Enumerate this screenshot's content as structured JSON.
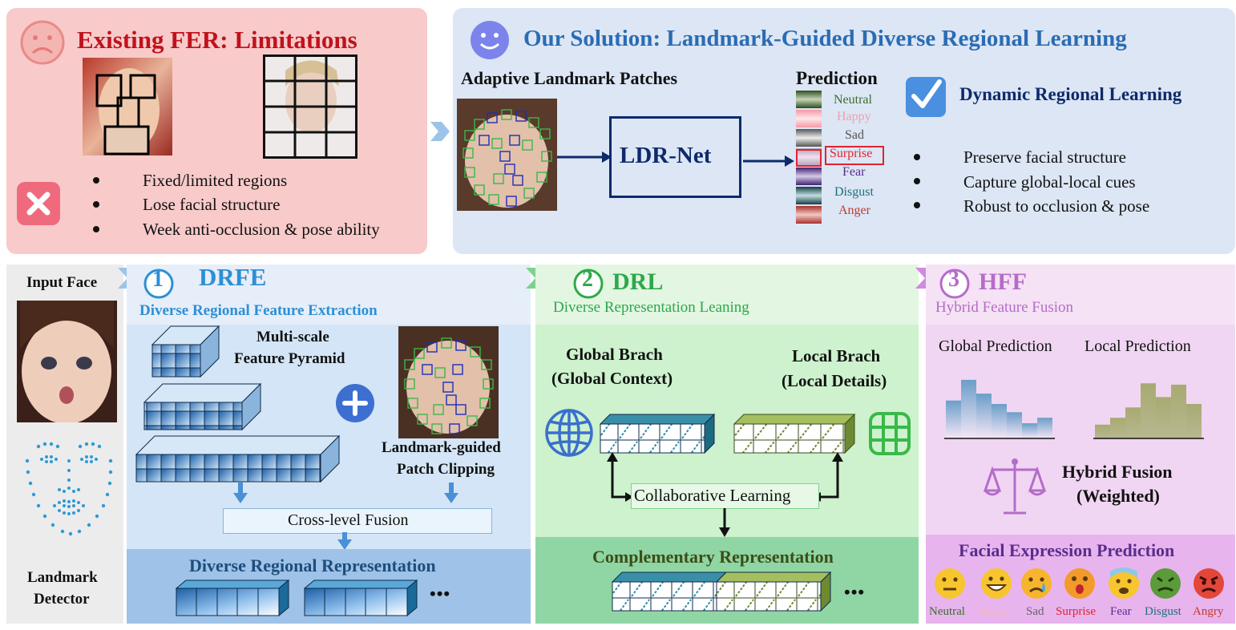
{
  "top_left": {
    "title": "Existing FER: Limitations",
    "bullets": [
      "Fixed/limited regions",
      "Lose facial structure",
      "Week anti-occlusion & pose ability"
    ],
    "colors": {
      "bg": "#f8caca",
      "title": "#c0121c",
      "x_badge": "#f06a7e"
    }
  },
  "top_right": {
    "title": "Our Solution: Landmark-Guided Diverse Regional Learning",
    "patches_label": "Adaptive Landmark Patches",
    "net_label": "LDR-Net",
    "prediction_label": "Prediction",
    "classes": [
      "Neutral",
      "Happy",
      "Sad",
      "Surprise",
      "Fear",
      "Disgust",
      "Anger"
    ],
    "class_colors": [
      "#3d6d2d",
      "#f2a0aa",
      "#666666",
      "#e0242e",
      "#5a2d8c",
      "#1f6f7a",
      "#c0392b"
    ],
    "dynamic_label": "Dynamic Regional Learning",
    "bullets": [
      "Preserve facial structure",
      "Capture global-local cues",
      "Robust to occlusion & pose"
    ],
    "colors": {
      "bg": "#dce6f5",
      "title": "#2b6cb3",
      "box": "#0d2a6b"
    }
  },
  "left_column": {
    "input_label": "Input Face",
    "detector_label_1": "Landmark",
    "detector_label_2": "Detector"
  },
  "drfe": {
    "number": "1",
    "title": "DRFE",
    "subtitle": "Diverse Regional Feature Extraction",
    "pyramid_label_1": "Multi-scale",
    "pyramid_label_2": "Feature Pyramid",
    "clipping_label_1": "Landmark-guided",
    "clipping_label_2": "Patch Clipping",
    "fusion_label": "Cross-level Fusion",
    "output_label": "Diverse Regional Representation",
    "ellipsis": "•••",
    "colors": {
      "bg": "#e6eef9",
      "title": "#2d8fd6",
      "inner": "#d3e5f6",
      "output": "#9ec2e8"
    }
  },
  "drl": {
    "number": "2",
    "title": "DRL",
    "subtitle": "Diverse Representation Leaning",
    "global_label_1": "Global Brach",
    "global_label_2": "(Global Context)",
    "local_label_1": "Local Brach",
    "local_label_2": "(Local Details)",
    "collab_label": "Collaborative Learning",
    "output_label": "Complementary Representation",
    "ellipsis": "•••",
    "colors": {
      "bg": "#e2f6e2",
      "title": "#2ea84a",
      "inner": "#cdf2cd",
      "output": "#8fd6a4"
    }
  },
  "hff": {
    "number": "3",
    "title": "HFF",
    "subtitle": "Hybrid  Feature  Fusion",
    "global_pred": "Global Prediction",
    "local_pred": "Local Prediction",
    "hybrid_1": "Hybrid Fusion",
    "hybrid_2": "(Weighted)",
    "output_label": "Facial Expression Prediction",
    "emotions": [
      "Neutral",
      "Happy",
      "Sad",
      "Surprise",
      "Fear",
      "Disgust",
      "Angry"
    ],
    "emotion_colors": [
      "#3d6d2d",
      "#f5b6c0",
      "#666666",
      "#e0242e",
      "#5a2d8c",
      "#1f6f7a",
      "#c0392b"
    ],
    "global_bars": [
      0.55,
      0.85,
      0.65,
      0.5,
      0.38,
      0.22,
      0.3
    ],
    "local_bars": [
      0.2,
      0.3,
      0.45,
      0.8,
      0.6,
      0.78,
      0.5
    ],
    "colors": {
      "bg": "#f5e2f5",
      "title": "#b56cc8",
      "output": "#e8b4ee"
    }
  }
}
